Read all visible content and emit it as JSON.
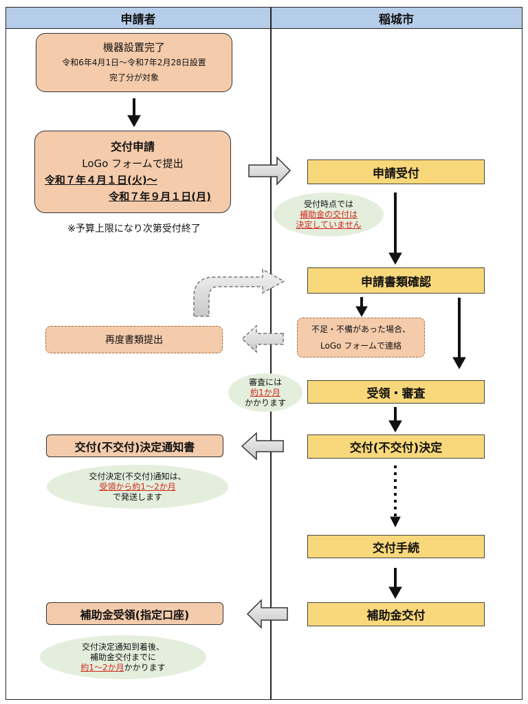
{
  "headers": {
    "applicant": "申請者",
    "city": "稲城市"
  },
  "applicant": {
    "install": {
      "line1": "機器設置完了",
      "line2": "令和6年4月1日～令和7年2月28日設置",
      "line3": "完了分が対象"
    },
    "apply": {
      "title": "交付申請",
      "line2": "LoGo フォームで提出",
      "date_from": "令和７年４月１日(火)～",
      "date_to": "令和７年９月１日(月)"
    },
    "note": "※予算上限になり次第受付終了",
    "resubmit": "再度書類提出",
    "notice": "交付(不交付)決定通知書",
    "notice_oval": {
      "line1": "交付決定(不交付)通知は、",
      "line2": "受領から約1～2か月",
      "line3": "で発送します"
    },
    "receive": "補助金受領(指定口座)",
    "receive_oval": {
      "line1": "交付決定通知到着後、",
      "line2": "補助金交付までに",
      "line3_red": "約1～2か月",
      "line3_rest": "かかります"
    }
  },
  "city": {
    "accept": "申請受付",
    "accept_oval": {
      "line1": "受付時点では",
      "line2": "補助金の交付は",
      "line3": "決定していません"
    },
    "check": "申請書類確認",
    "deficiency": {
      "line1": "不足・不備があった場合、",
      "line2": "LoGo フォームで連絡"
    },
    "review_oval": {
      "line1": "審査には",
      "line2": "約1か月",
      "line3": "かかります"
    },
    "review": "受領・審査",
    "decision": "交付(不交付)決定",
    "procedure": "交付手続",
    "grant": "補助金交付"
  },
  "colors": {
    "header": "#b5cde8",
    "peach": "#f4cbab",
    "yellow": "#f8d87a",
    "oval": "#e4eedc",
    "red": "#d0261b"
  }
}
